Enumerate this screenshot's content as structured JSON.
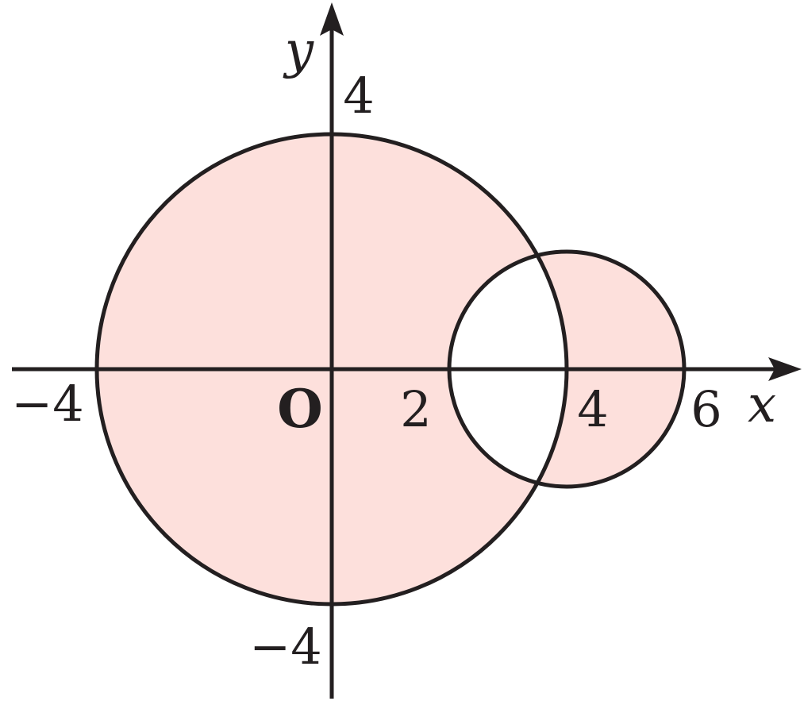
{
  "colors": {
    "fill": "#fde0dc",
    "stroke": "#231f20",
    "background": "#ffffff"
  },
  "axes": {
    "x_label": "x",
    "y_label": "y",
    "origin_label": "O",
    "x_ticks": [
      {
        "value": -4,
        "label": "−4"
      },
      {
        "value": 2,
        "label": "2"
      },
      {
        "value": 4,
        "label": "4"
      },
      {
        "value": 6,
        "label": "6"
      }
    ],
    "y_ticks": [
      {
        "value": 4,
        "label": "4"
      },
      {
        "value": -4,
        "label": "−4"
      }
    ]
  },
  "circles": [
    {
      "cx": 0,
      "cy": 0,
      "r": 4
    },
    {
      "cx": 4,
      "cy": 0,
      "r": 2
    }
  ],
  "shading": "symmetric-difference"
}
